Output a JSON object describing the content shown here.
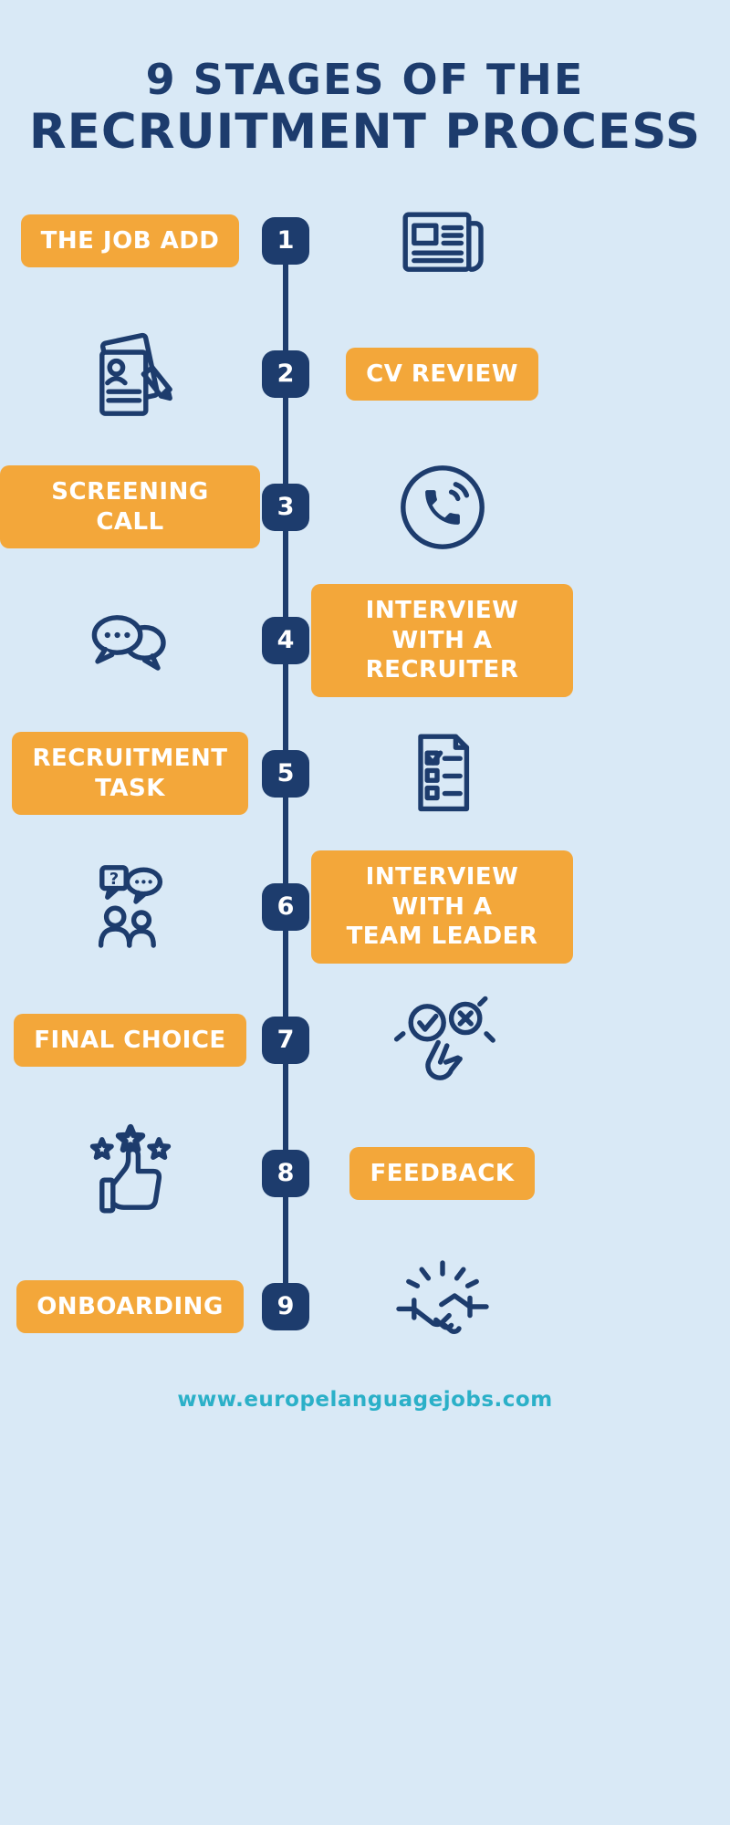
{
  "page": {
    "title_line1": "9 STAGES OF THE",
    "title_line2": "RECRUITMENT PROCESS",
    "footer": "www.europelanguagejobs.com",
    "colors": {
      "background": "#d9e9f6",
      "navy": "#1d3c6d",
      "orange": "#f3a73a",
      "teal": "#2bb0c8",
      "white": "#ffffff"
    }
  },
  "stages": [
    {
      "number": "1",
      "label": "THE JOB ADD",
      "side": "label-left",
      "icon": "newspaper-icon"
    },
    {
      "number": "2",
      "label": "CV REVIEW",
      "side": "label-right",
      "icon": "cv-documents-icon"
    },
    {
      "number": "3",
      "label": "SCREENING CALL",
      "side": "label-left",
      "icon": "phone-call-icon"
    },
    {
      "number": "4",
      "label": "INTERVIEW WITH A\nRECRUITER",
      "side": "label-right",
      "icon": "chat-bubbles-icon"
    },
    {
      "number": "5",
      "label": "RECRUITMENT\nTASK",
      "side": "label-left",
      "icon": "checklist-icon"
    },
    {
      "number": "6",
      "label": "INTERVIEW WITH A\nTEAM LEADER",
      "side": "label-right",
      "icon": "people-discussion-icon"
    },
    {
      "number": "7",
      "label": "FINAL CHOICE",
      "side": "label-left",
      "icon": "approve-reject-icon"
    },
    {
      "number": "8",
      "label": "FEEDBACK",
      "side": "label-right",
      "icon": "thumbs-up-stars-icon"
    },
    {
      "number": "9",
      "label": "ONBOARDING",
      "side": "label-left",
      "icon": "handshake-icon"
    }
  ]
}
